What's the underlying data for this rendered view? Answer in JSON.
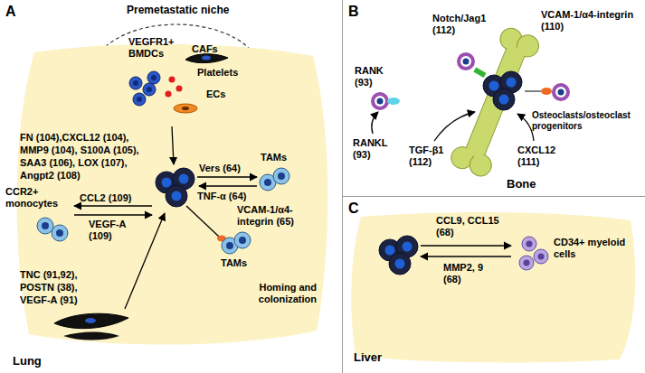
{
  "diagram": {
    "nodes": [
      {
        "text": [
          "A"
        ]
      },
      {
        "text": [
          "Premetastatic niche",
          "VEGFR1+ BMDCs",
          "CAFs",
          "Platelets",
          "ECs"
        ],
        "in": 0
      },
      {
        "text": [
          "Homing and colonization",
          "Lung"
        ],
        "in": 0
      },
      {
        "text": [
          "B"
        ]
      },
      {
        "text": [
          "C"
        ]
      },
      {
        "text": [
          "Liver"
        ],
        "in": 4
      }
    ],
    "labels": [
      "FN (104),CXCL12 (104),",
      "MMP9 (104), S100A (105),",
      "SAA3 (106), LOX (107),",
      "Angpt2 (108)",
      "CCL2 (109)",
      "CCR2+ monocytes",
      "VEGF-A (109)",
      "Vers (64)",
      "TNF-α (64)",
      "TAMs",
      "VCAM-1/α4- integrin (65)",
      "TAMs",
      "TNC (91,92),",
      "POSTN (38),",
      "VEGF-A (91)",
      "Notch/Jag1 (112)",
      "RANK (93)",
      "VCAM-1/α4-integrin (110)",
      "Osteoclasts/osteoclast progenitors",
      "RANKL (93)",
      "TGF-β1 (112)",
      "CXCL12 (111)",
      "Bone",
      "CCL9, CCL15 (68)",
      "CD34+ myeloid cells",
      "MMP2, 9 (68)"
    ]
  }
}
